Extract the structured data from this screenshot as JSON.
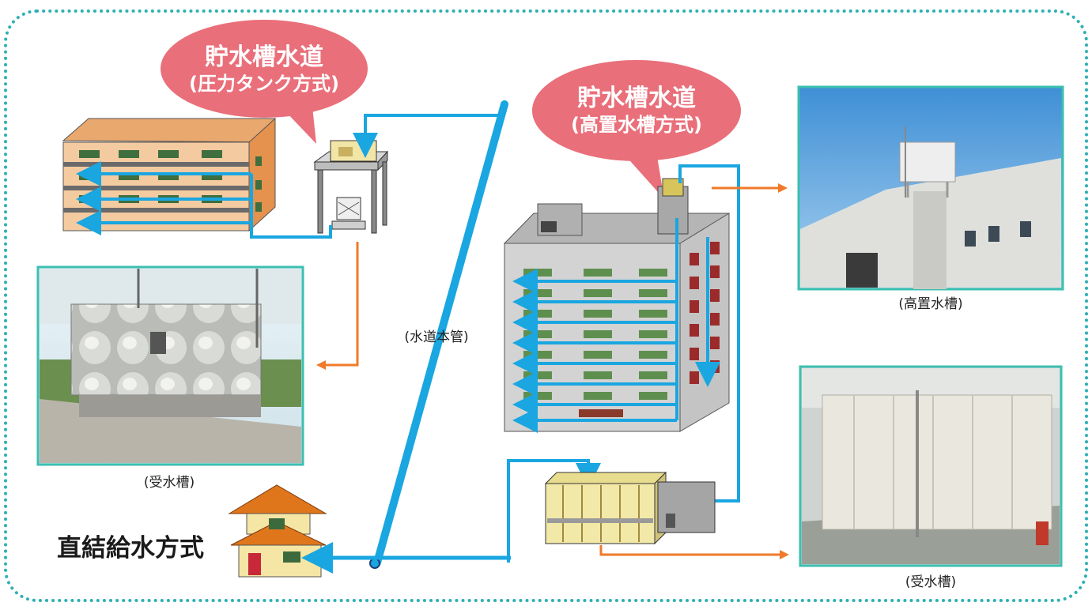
{
  "bubbles": {
    "pressure_tank": {
      "title": "貯水槽水道",
      "subtitle": "(圧力タンク方式)"
    },
    "elevated_tank": {
      "title": "貯水槽水道",
      "subtitle": "(高置水槽方式)"
    }
  },
  "labels": {
    "water_main": "(水道本管)",
    "receiving_tank_left": "(受水槽)",
    "elevated_tank_photo": "(高置水槽)",
    "receiving_tank_right": "(受水槽)",
    "direct_supply": "直結給水方式"
  },
  "colors": {
    "frame_dots": "#2fb0b4",
    "bubble": "#e96f7a",
    "pipe": "#1aa6e0",
    "arrow_orange": "#f07a2a",
    "photo_border": "#3cbfb0"
  },
  "icons": {
    "apartment_left": "low-rise-apartment-illustration",
    "pressure_tank": "pressure-tank-illustration",
    "highrise": "high-rise-building-illustration",
    "house": "detached-house-illustration",
    "receiving_tank": "receiving-tank-pump-illustration"
  }
}
